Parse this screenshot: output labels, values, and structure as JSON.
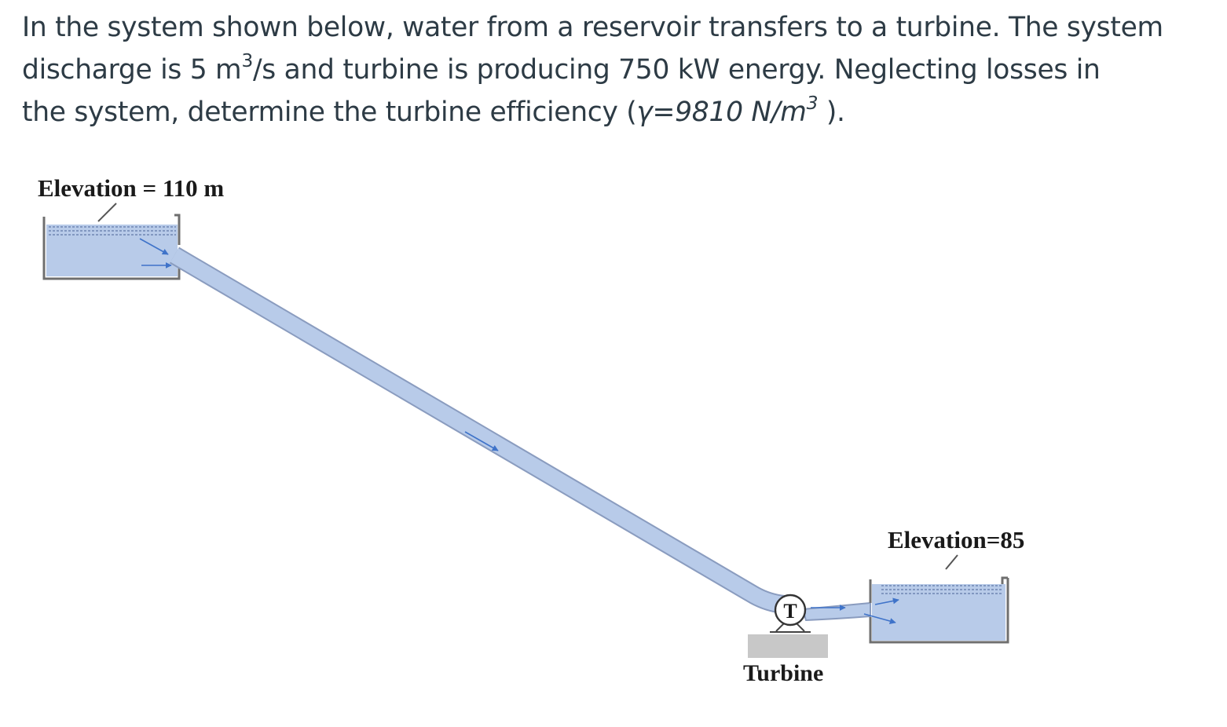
{
  "question": {
    "line1": "In the system shown below, water from a reservoir transfers to a turbine. The system",
    "line2_a": "discharge is 5 m",
    "line2_sup": "3",
    "line2_b": "/s and turbine is producing 750 kW energy.  Neglecting losses in",
    "line3_a": "the system, determine the turbine efficiency (",
    "line3_gamma": "γ=9810 N/m",
    "line3_sup": "3",
    "line3_b": " )."
  },
  "diagram": {
    "upper_reservoir_label": "Elevation = 110 m",
    "lower_reservoir_label": "Elevation=85",
    "turbine_symbol": "T",
    "turbine_label": "Turbine",
    "colors": {
      "water": "#b8cbe9",
      "pipe_edge": "#8a9cbf",
      "tank_wall": "#6f6f6f",
      "flow_arrow": "#3f73c9",
      "base": "#c8c8c8"
    }
  }
}
